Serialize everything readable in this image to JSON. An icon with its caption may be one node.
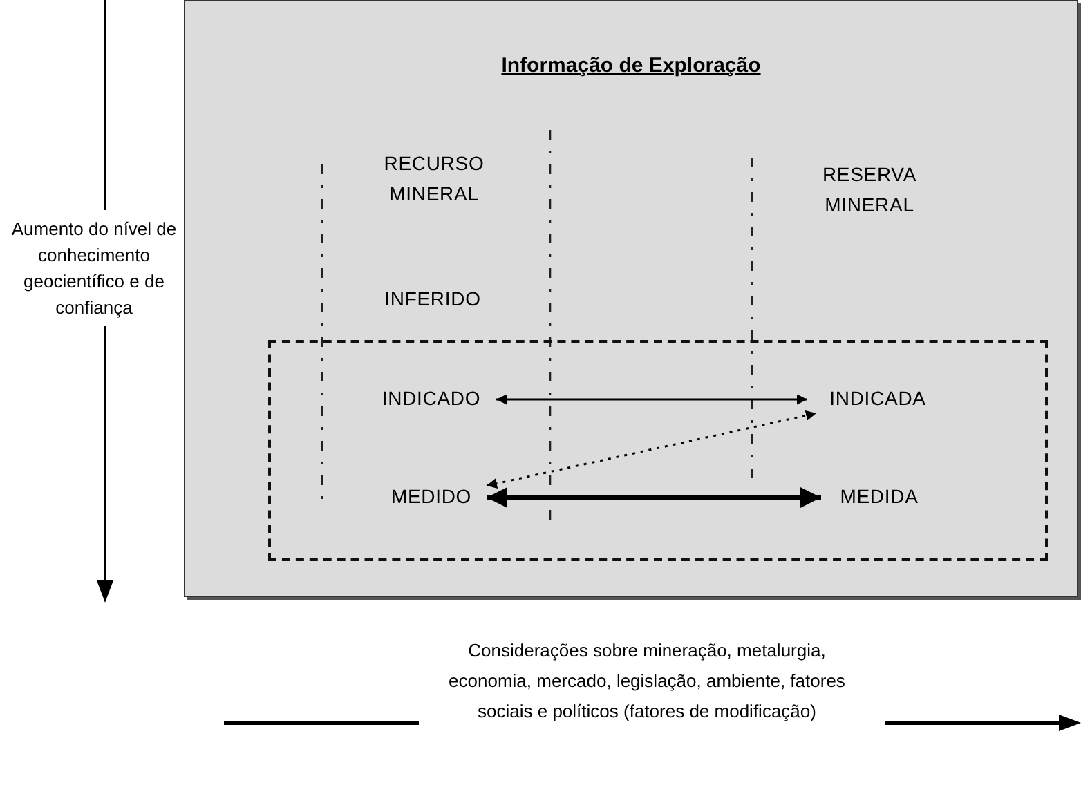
{
  "diagram": {
    "nodes": [
      {
        "text": [
          "Informação de Exploração"
        ]
      },
      {
        "text": [
          "RECURSO MINERAL"
        ],
        "in": 0
      },
      {
        "text": [
          "RESERVA MINERAL"
        ],
        "in": 0
      },
      {
        "text": [
          "INFERIDO"
        ],
        "in": 0
      },
      {
        "text": [],
        "shape": "box",
        "in": 0
      },
      {
        "text": [
          "INDICADO"
        ],
        "in": 4
      },
      {
        "text": [
          "INDICADA"
        ],
        "in": 4
      },
      {
        "text": [
          "MEDIDO"
        ],
        "in": 4
      },
      {
        "text": [
          "MEDIDA"
        ],
        "in": 4
      }
    ],
    "edges": [
      {
        "from": 5,
        "to": 6,
        "arrow": "both"
      },
      {
        "from": 7,
        "to": 6,
        "arrow": "both",
        "style": "dashed"
      },
      {
        "from": 7,
        "to": 8,
        "arrow": "both",
        "style": "thick"
      }
    ],
    "labels": [
      "Aumento do nível de conhecimento geocientífico e de confiança",
      "Considerações sobre mineração, metalurgia, economia, mercado, legislação, ambiente, fatores sociais e políticos (fatores de modificação)"
    ]
  }
}
